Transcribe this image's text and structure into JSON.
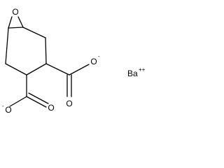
{
  "molecule": {
    "atoms": {
      "epoxide_oxygen": "O",
      "carboxylate_top": {
        "double_bond_oxygen": "O",
        "single_bond_oxygen": "O",
        "charge": "-"
      },
      "carboxylate_bottom": {
        "double_bond_oxygen": "O",
        "single_bond_oxygen": "O",
        "charge": "-"
      }
    },
    "counter_ion": {
      "element": "Ba",
      "charge": "++"
    },
    "colors": {
      "bond": "#000000",
      "label": "#000000",
      "background": "#ffffff"
    }
  }
}
